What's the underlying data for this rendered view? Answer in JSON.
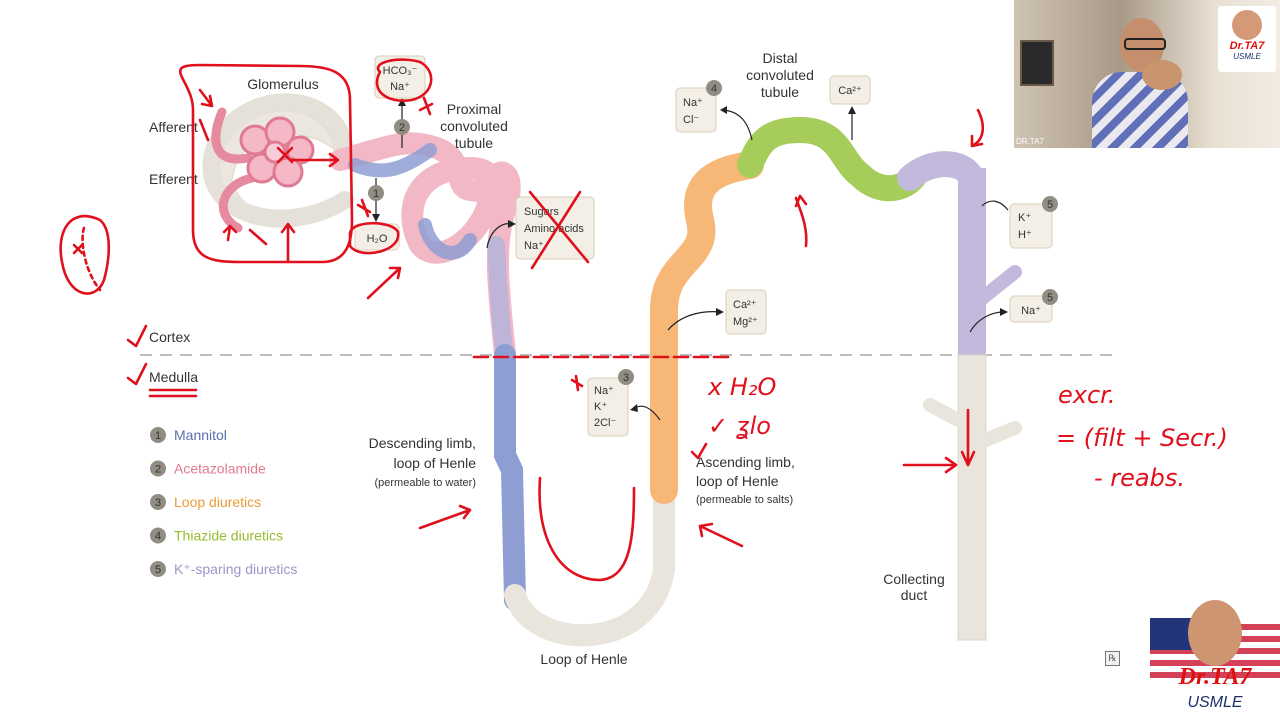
{
  "regions": {
    "cortex": "Cortex",
    "medulla": "Medulla"
  },
  "structures": {
    "glomerulus": "Glomerulus",
    "afferent": "Afferent",
    "efferent": "Efferent",
    "pct": [
      "Proximal",
      "convoluted",
      "tubule"
    ],
    "dct": [
      "Distal",
      "convoluted",
      "tubule"
    ],
    "descending": [
      "Descending limb,",
      "loop of Henle",
      "(permeable to water)"
    ],
    "ascending": [
      "Ascending limb,",
      "loop of Henle",
      "(permeable to salts)"
    ],
    "loop": "Loop of Henle",
    "collecting": [
      "Collecting",
      "duct"
    ]
  },
  "sites": [
    {
      "num": "1",
      "label": "Mannitol",
      "color": "#5b6fae"
    },
    {
      "num": "2",
      "label": "Acetazolamide",
      "color": "#e07b8e"
    },
    {
      "num": "3",
      "label": "Loop diuretics",
      "color": "#eb9a3a"
    },
    {
      "num": "4",
      "label": "Thiazide diuretics",
      "color": "#97bb2e"
    },
    {
      "num": "5",
      "label": "K⁺-sparing diuretics",
      "color": "#9f93c7"
    }
  ],
  "solutes": {
    "hco3": [
      "HCO₃⁻",
      "Na⁺"
    ],
    "h2o": "H₂O",
    "sugars": [
      "Sugars",
      "Amino acids",
      "Na⁺"
    ],
    "site3": [
      "Na⁺",
      "K⁺",
      "2Cl⁻"
    ],
    "site4": [
      "Na⁺",
      "Cl⁻"
    ],
    "ca_dct": "Ca²⁺",
    "ca_mg": [
      "Ca²⁺",
      "Mg²⁺"
    ],
    "k_h": [
      "K⁺",
      "H⁺"
    ],
    "na_cd": "Na⁺"
  },
  "annotations": {
    "water": "x H₂O",
    "salt": "✓ ʓlo",
    "formula": [
      "excr.",
      "= (filt + Secr.)",
      "- reabs."
    ]
  },
  "colors": {
    "pct": "#f3b8c6",
    "descending": "#8f9ed2",
    "ascending": "#f7b877",
    "dct": "#a6cc5a",
    "cd_top": "#c3b9dc",
    "cd": "#e9e4dc",
    "glomerulus": "#e58a9f",
    "ink": "#e0101c"
  },
  "webcam": {
    "caption": "DR.TA7",
    "brand": "Dr.TA7",
    "sub": "USMLE"
  },
  "watermark": {
    "brand": "Dr.TA7",
    "sub": "USMLE"
  },
  "rx_icon": "℞"
}
